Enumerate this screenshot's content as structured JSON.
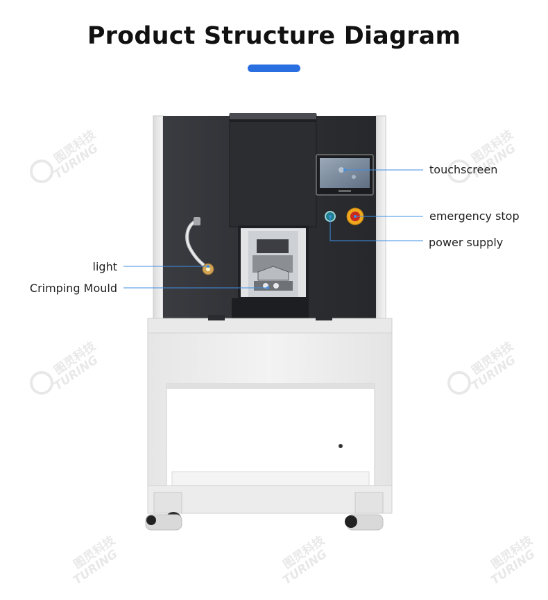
{
  "title": "Product Structure Diagram",
  "colors": {
    "accent": "#2a6fe0",
    "callout_line": "#3d8fe6",
    "machine_panel": "#2f3136",
    "cabinet": "#ededed",
    "estop": "#e8a01a"
  },
  "labels": {
    "touchscreen": "touchscreen",
    "emergency_stop": "emergency stop",
    "power_supply": "power supply",
    "light": "light",
    "crimping_mould": "Crimping Mould"
  },
  "watermark": {
    "brand_cn": "图灵科技",
    "brand_en": "TURING"
  }
}
